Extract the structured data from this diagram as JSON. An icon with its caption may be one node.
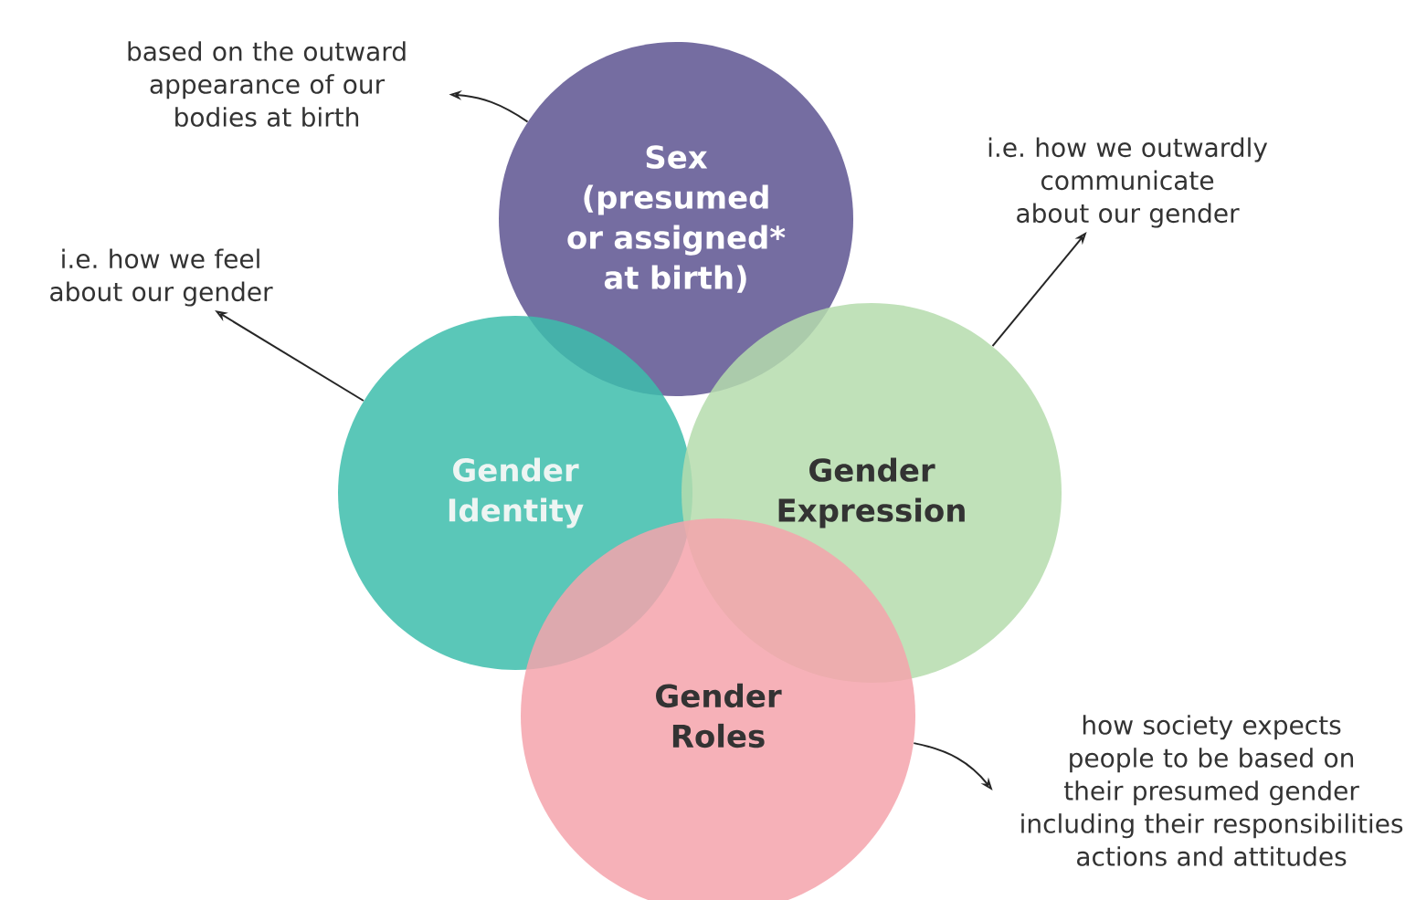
{
  "diagram": {
    "nodes": [
      {
        "text": [
          "based on the outward appearance of our bodies at birth"
        ]
      },
      {
        "text": [
          "Sex (presumed or assigned* at birth)"
        ]
      },
      {
        "text": [
          "i.e. how we outwardly communicate about our gender"
        ]
      },
      {
        "text": [
          "i.e. how we feel about our gender"
        ]
      },
      {
        "text": [
          "Gender Identity"
        ]
      },
      {
        "text": [
          "Gender Expression"
        ]
      },
      {
        "text": [
          "Gender Roles"
        ]
      },
      {
        "text": [
          "how society expects people to be based on their presumed gender including their responsibilities actions and attitudes"
        ]
      }
    ],
    "edges": [
      {
        "from": 1,
        "to": 0,
        "arrow": "to"
      },
      {
        "from": 4,
        "to": 3,
        "arrow": "to"
      },
      {
        "from": 5,
        "to": 2,
        "arrow": "to"
      },
      {
        "from": 6,
        "to": 7,
        "arrow": "to"
      }
    ]
  }
}
